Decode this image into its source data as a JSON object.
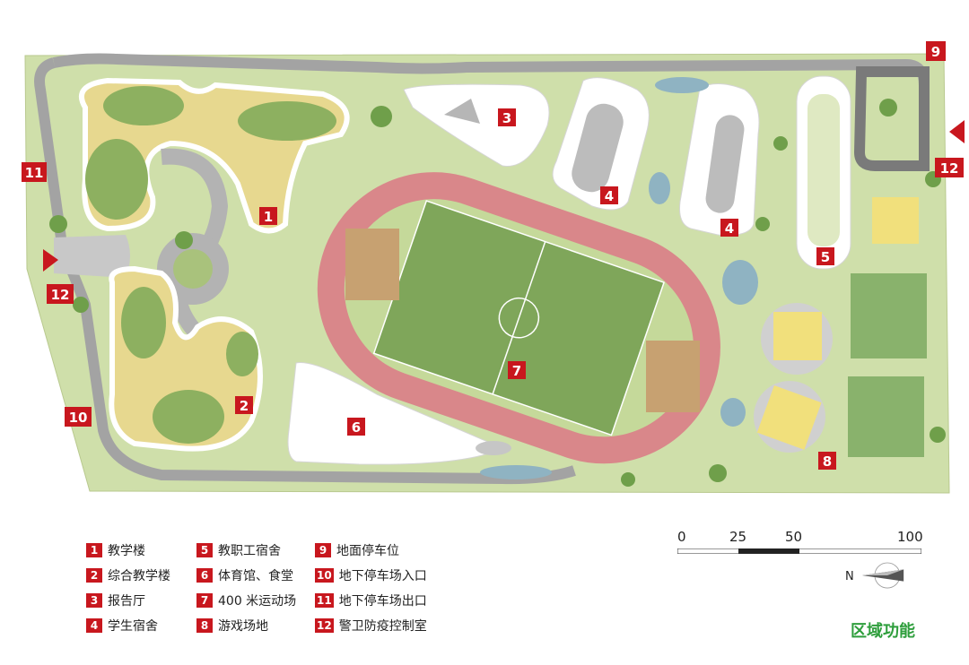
{
  "map": {
    "markers": [
      {
        "num": "1",
        "label": "教学楼"
      },
      {
        "num": "2",
        "label": "综合教学楼"
      },
      {
        "num": "3",
        "label": "报告厅"
      },
      {
        "num": "4",
        "label": "学生宿舍"
      },
      {
        "num": "5",
        "label": "教职工宿舍"
      },
      {
        "num": "6",
        "label": "体育馆、食堂"
      },
      {
        "num": "7",
        "label": "400 米运动场"
      },
      {
        "num": "8",
        "label": "游戏场地"
      },
      {
        "num": "9",
        "label": "地面停车位"
      },
      {
        "num": "10",
        "label": "地下停车场入口"
      },
      {
        "num": "11",
        "label": "地下停车场出口"
      },
      {
        "num": "12",
        "label": "警卫防疫控制室"
      }
    ]
  },
  "legend": {
    "col1": [
      {
        "num": "1",
        "label": "教学楼"
      },
      {
        "num": "2",
        "label": "综合教学楼"
      },
      {
        "num": "3",
        "label": "报告厅"
      },
      {
        "num": "4",
        "label": "学生宿舍"
      }
    ],
    "col2": [
      {
        "num": "5",
        "label": "教职工宿舍"
      },
      {
        "num": "6",
        "label": "体育馆、食堂"
      },
      {
        "num": "7",
        "label": "400 米运动场"
      },
      {
        "num": "8",
        "label": "游戏场地"
      }
    ],
    "col3": [
      {
        "num": "9",
        "label": "地面停车位"
      },
      {
        "num": "10",
        "label": "地下停车场入口"
      },
      {
        "num": "11",
        "label": "地下停车场出口"
      },
      {
        "num": "12",
        "label": "警卫防疫控制室"
      }
    ]
  },
  "scale": {
    "labels": [
      "0",
      "25",
      "50",
      "100"
    ],
    "unit_max": 100
  },
  "north": {
    "label": "N"
  },
  "caption": "区域功能",
  "colors": {
    "accent_red": "#c8171e",
    "lawn": "#c9dba4",
    "grass_dark": "#8db060",
    "road": "#9c9c9c",
    "track": "#d9878a",
    "field": "#7fa65a",
    "sand": "#e9d88e",
    "court_yellow": "#f1e07c",
    "water": "#8fb3c2",
    "caption_green": "#2e9e3c"
  }
}
